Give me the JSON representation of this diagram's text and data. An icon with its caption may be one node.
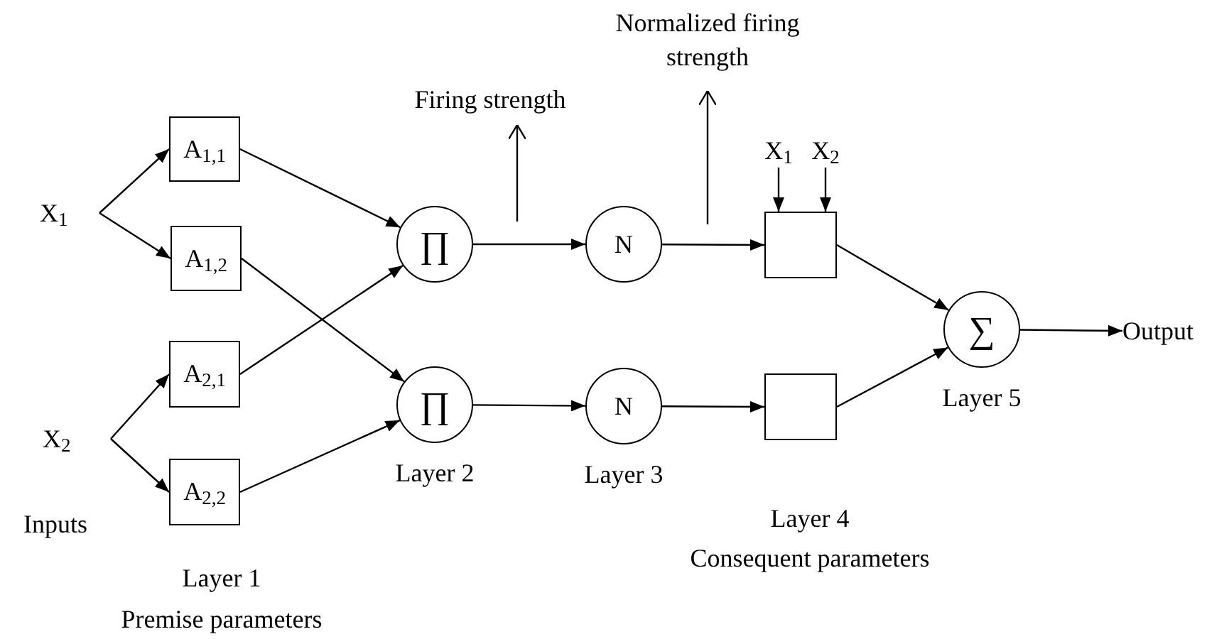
{
  "diagram": {
    "nodes": [
      {
        "text": [
          "X$_{1}$"
        ]
      },
      {
        "text": [
          "A$_{1,1}$"
        ]
      },
      {
        "text": [
          "A$_{1,2}$"
        ]
      },
      {
        "text": [
          "X$_{2}$"
        ]
      },
      {
        "text": [
          "A$_{2,1}$"
        ]
      },
      {
        "text": [
          "A$_{2,2}$"
        ]
      },
      {
        "text": [
          "∏"
        ]
      },
      {
        "text": [
          "∏"
        ],
        "beside": [
          "Layer 2"
        ]
      },
      {
        "text": [
          "N"
        ]
      },
      {
        "text": [
          "N"
        ],
        "beside": [
          "Layer 3"
        ]
      },
      {
        "text": [],
        "shape": "box"
      },
      {
        "text": [],
        "shape": "box"
      },
      {
        "text": [
          "∑"
        ],
        "beside": [
          "Layer 5"
        ]
      },
      {
        "text": [
          "Output"
        ]
      },
      {
        "text": [
          "X$_{1}$"
        ]
      },
      {
        "text": [
          "X$_{2}$"
        ]
      },
      {
        "text": [
          "Firing strength"
        ]
      },
      {
        "text": [
          "Normalized firing strength"
        ]
      }
    ],
    "edges": [
      {
        "from": 0,
        "to": 1,
        "arrow": "to"
      },
      {
        "from": 0,
        "to": 2,
        "arrow": "to"
      },
      {
        "from": 3,
        "to": 4,
        "arrow": "to"
      },
      {
        "from": 3,
        "to": 5,
        "arrow": "to"
      },
      {
        "from": 1,
        "to": 6,
        "arrow": "to"
      },
      {
        "from": 2,
        "to": 7,
        "arrow": "to"
      },
      {
        "from": 4,
        "to": 6,
        "arrow": "to"
      },
      {
        "from": 5,
        "to": 7,
        "arrow": "to"
      },
      {
        "from": 6,
        "to": 8,
        "arrow": "to"
      },
      {
        "from": 7,
        "to": 9,
        "arrow": "to"
      },
      {
        "from": 8,
        "to": 10,
        "arrow": "to"
      },
      {
        "from": 9,
        "to": 11,
        "arrow": "to"
      },
      {
        "from": 10,
        "to": 12,
        "arrow": "to"
      },
      {
        "from": 11,
        "to": 12,
        "arrow": "to"
      },
      {
        "from": 12,
        "to": 13,
        "arrow": "to"
      },
      {
        "from": 14,
        "to": 10,
        "arrow": "to"
      },
      {
        "from": 15,
        "to": 10,
        "arrow": "to"
      },
      {
        "from": null,
        "to": 16,
        "arrow": "to"
      },
      {
        "from": null,
        "to": 17,
        "arrow": "to"
      }
    ],
    "labels": [
      "Inputs",
      "Layer 1",
      "Premise parameters",
      "Layer 4",
      "Consequent parameters"
    ]
  }
}
